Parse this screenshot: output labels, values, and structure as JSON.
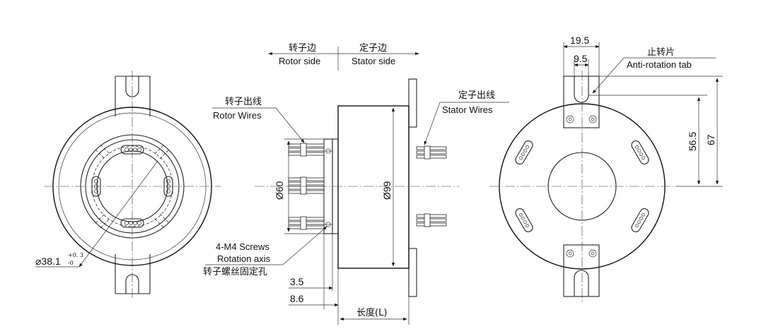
{
  "labels": {
    "rotor_side_cn": "转子边",
    "rotor_side_en": "Rotor side",
    "stator_side_cn": "定子边",
    "stator_side_en": "Stator  side",
    "rotor_wires_cn": "转子出线",
    "rotor_wires_en": "Rotor Wires",
    "stator_wires_cn": "定子出线",
    "stator_wires_en": "Stator Wires",
    "anti_rotation_cn": "止转片",
    "anti_rotation_en": "Anti-rotation tab",
    "screws_en": "4-M4 Screws",
    "rotation_axis_en": "Rotation axis",
    "screws_cn": "转子螺丝固定孔",
    "length_label": "长度(L)"
  },
  "dimensions": {
    "bore_main": "⌀38.1",
    "bore_tol_upper": "+0. 3",
    "bore_tol_lower": "-0",
    "rotor_dia": "Ø60",
    "stator_dia": "Ø99",
    "tab_width": "19.5",
    "tab_slot": "9.5",
    "height_inner": "56.5",
    "height_outer": "67",
    "flange_thk": "3.5",
    "flange_total": "8.6"
  },
  "colors": {
    "line": "#222222",
    "background": "#ffffff"
  }
}
